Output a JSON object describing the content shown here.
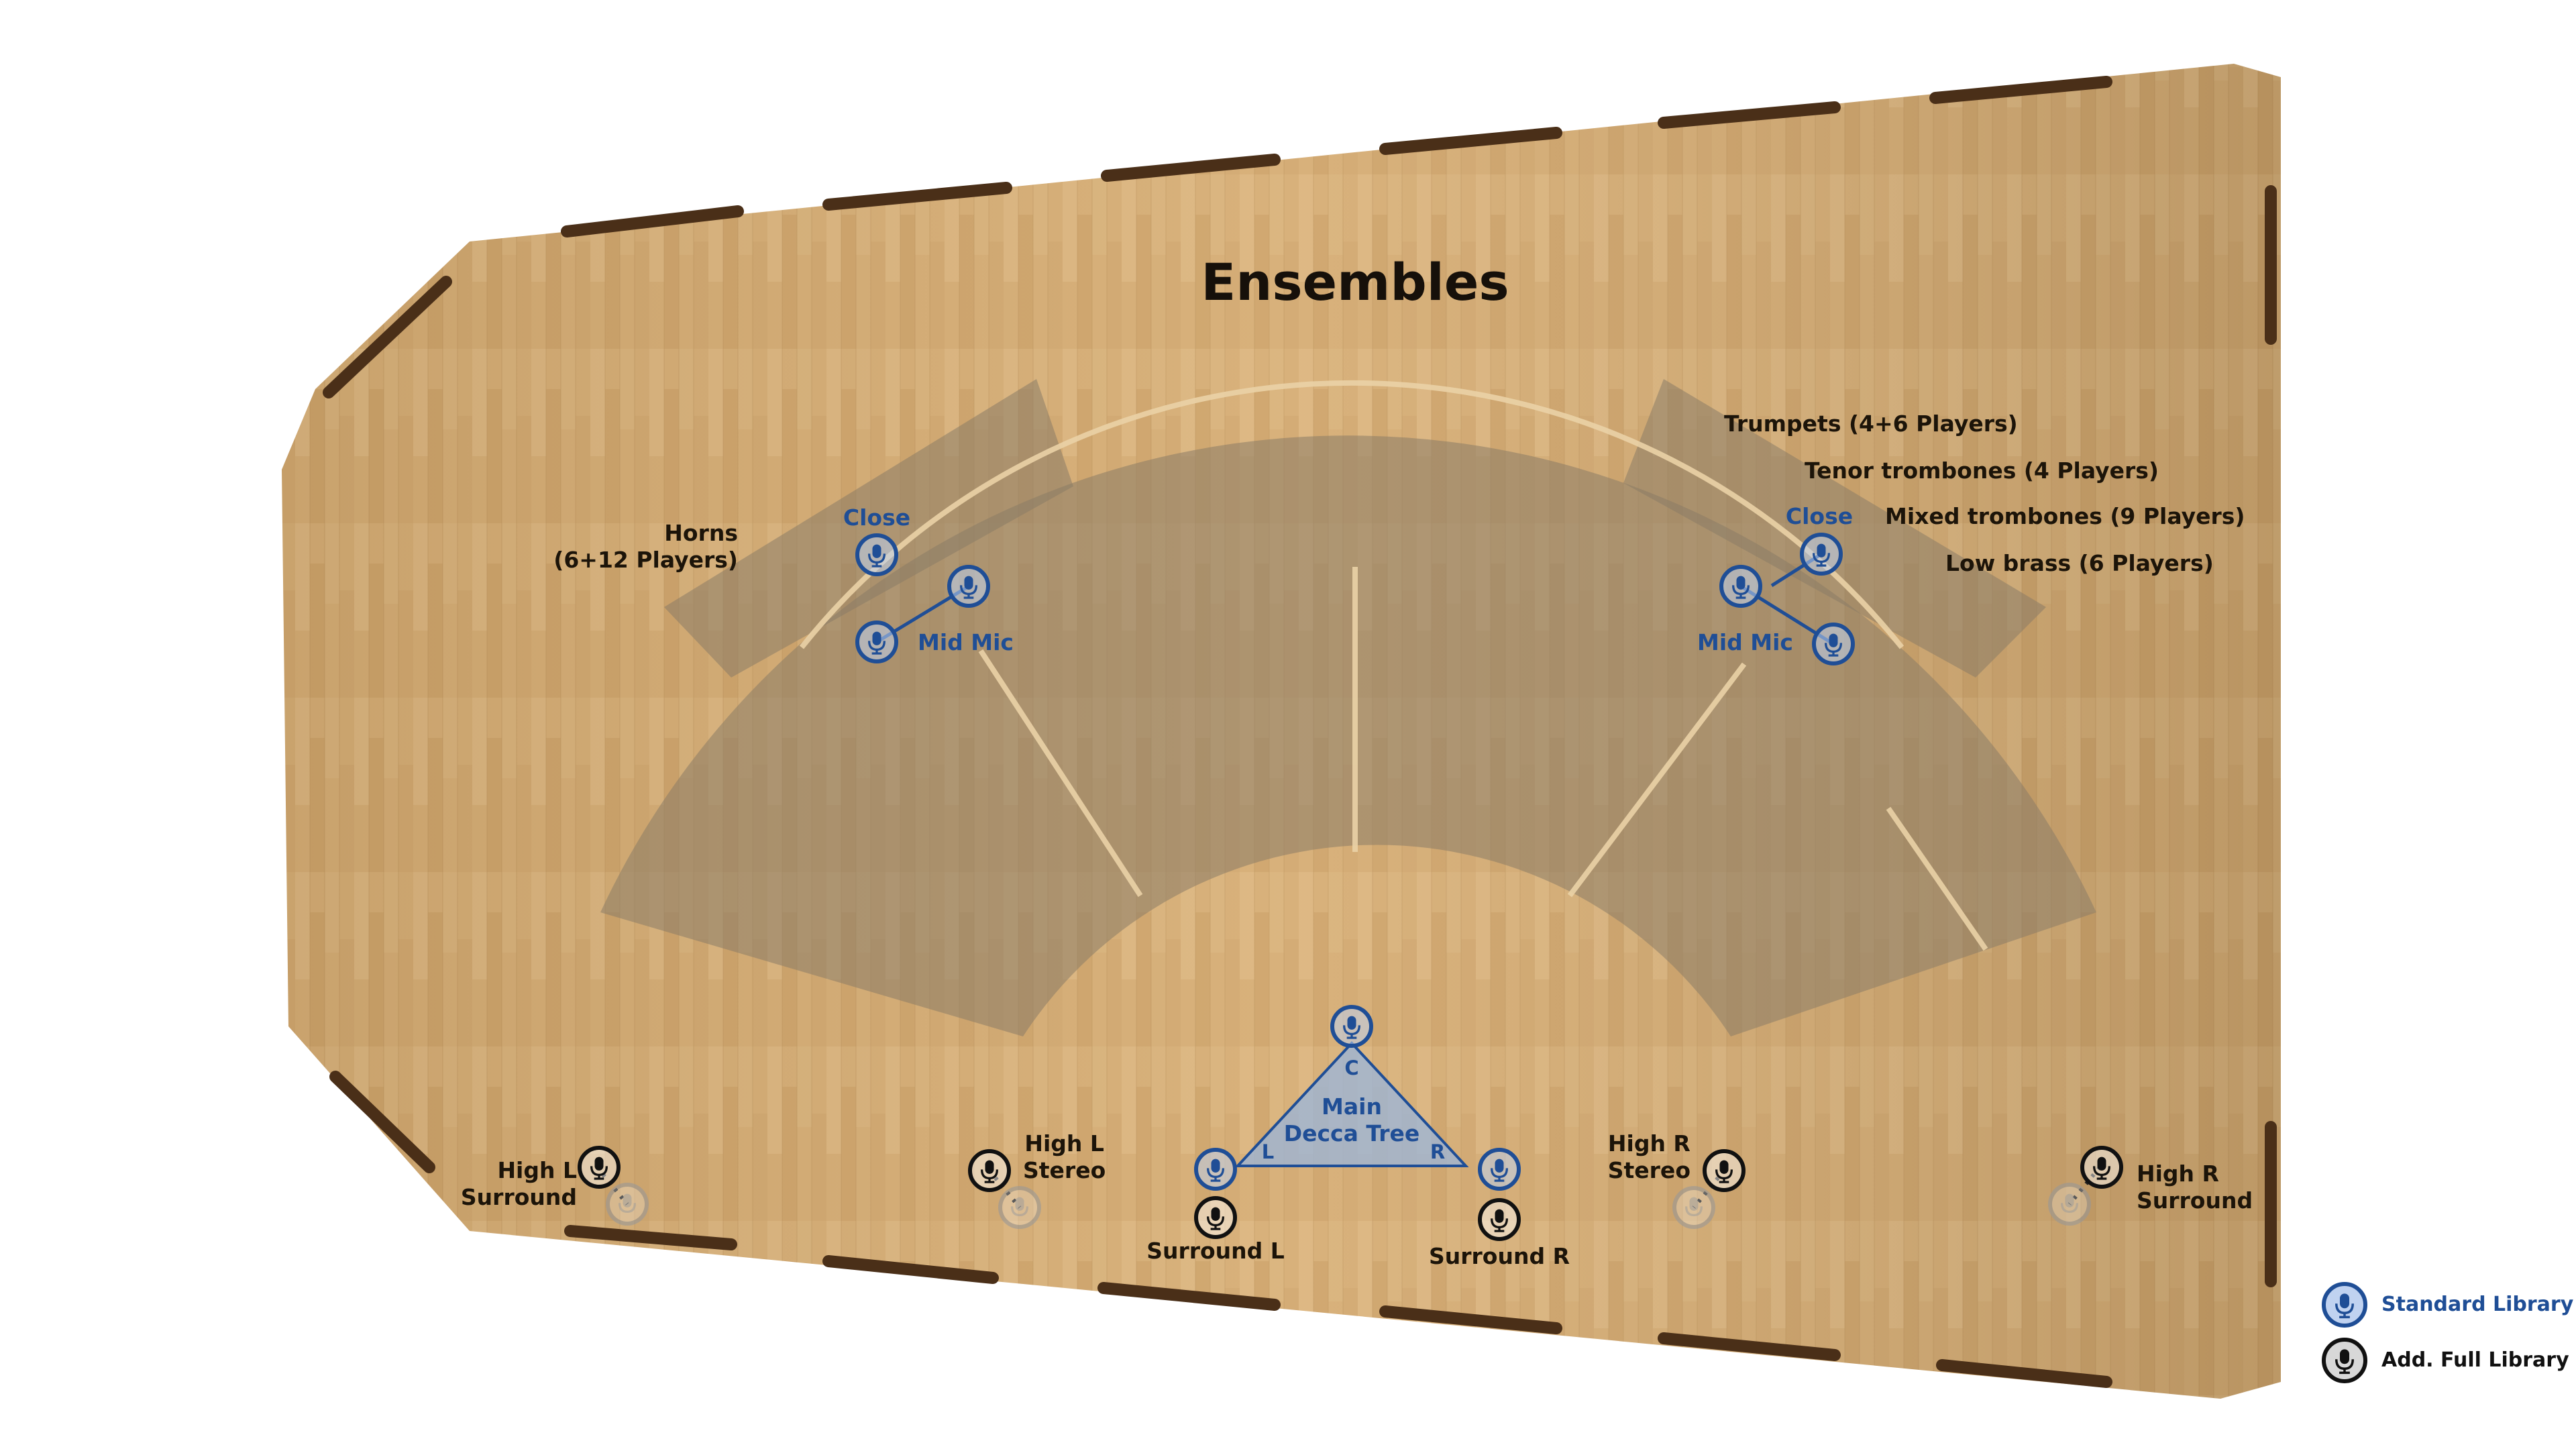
{
  "title": "Ensembles",
  "sections": {
    "horns": "Horns\n(6+12 Players)",
    "trumpets": "Trumpets (4+6 Players)",
    "tenor_trombones": "Tenor trombones (4 Players)",
    "mixed_trombones": "Mixed trombones (9 Players)",
    "low_brass": "Low brass (6 Players)"
  },
  "mics": {
    "close_left": "Close",
    "close_right": "Close",
    "mid_left": "Mid Mic",
    "mid_right": "Mid Mic",
    "decca_main": "Main\nDecca Tree",
    "decca_c": "C",
    "decca_l": "L",
    "decca_r": "R",
    "high_l_surround": "High L\nSurround",
    "high_l_stereo": "High L\nStereo",
    "surround_l": "Surround L",
    "surround_r": "Surround R",
    "high_r_stereo": "High R\nStereo",
    "high_r_surround": "High R\nSurround"
  },
  "legend": {
    "standard": "Standard Library",
    "full": "Add. Full Library"
  },
  "colors": {
    "floor": "#d7b078",
    "floor_dark": "#c9a067",
    "wall": "#4a2f18",
    "section_fill": "#8a7b66",
    "standard_mic": "#1f4e96",
    "full_mic": "#111111",
    "title_text": "#16100a"
  },
  "icons": {
    "mic": "microphone-icon"
  }
}
